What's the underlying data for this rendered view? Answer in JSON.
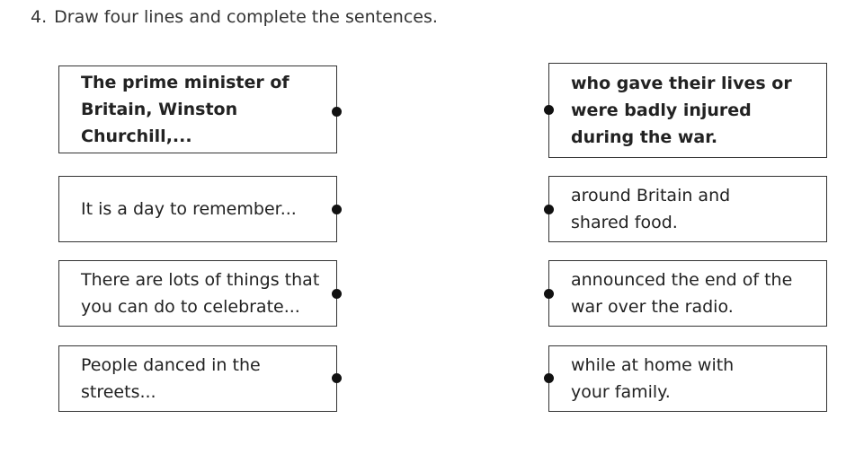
{
  "question": {
    "number": "4.",
    "text": "Draw four lines and complete the sentences."
  },
  "left_items": [
    {
      "text": "The prime minister of Britain, Winston Churchill,...",
      "bold": true
    },
    {
      "text": "It is a day to remember...",
      "bold": false
    },
    {
      "text": "There are lots of things that you can do to celebrate...",
      "bold": false
    },
    {
      "text": "People danced in the streets...",
      "bold": false
    }
  ],
  "right_items": [
    {
      "text": "who gave their lives or were badly injured during the war.",
      "bold": true
    },
    {
      "text": "around Britain and shared food.",
      "bold": false
    },
    {
      "text": "announced the end of the war over the radio.",
      "bold": false
    },
    {
      "text": "while at home with your family.",
      "bold": false
    }
  ]
}
